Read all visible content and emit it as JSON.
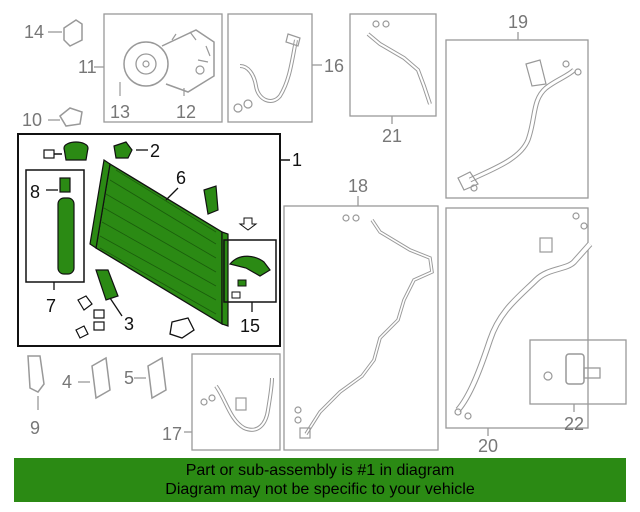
{
  "callouts": {
    "c1": "1",
    "c2": "2",
    "c3": "3",
    "c4": "4",
    "c5": "5",
    "c6": "6",
    "c7": "7",
    "c8": "8",
    "c9": "9",
    "c10": "10",
    "c11": "11",
    "c12": "12",
    "c13": "13",
    "c14": "14",
    "c15": "15",
    "c16": "16",
    "c17": "17",
    "c18": "18",
    "c19": "19",
    "c20": "20",
    "c21": "21",
    "c22": "22"
  },
  "banner": {
    "line1": "Part or sub-assembly is #1 in diagram",
    "line2": "Diagram may not be specific to your vehicle"
  },
  "colors": {
    "highlight": "#2b8a14",
    "line": "#999999",
    "ink": "#111111"
  }
}
